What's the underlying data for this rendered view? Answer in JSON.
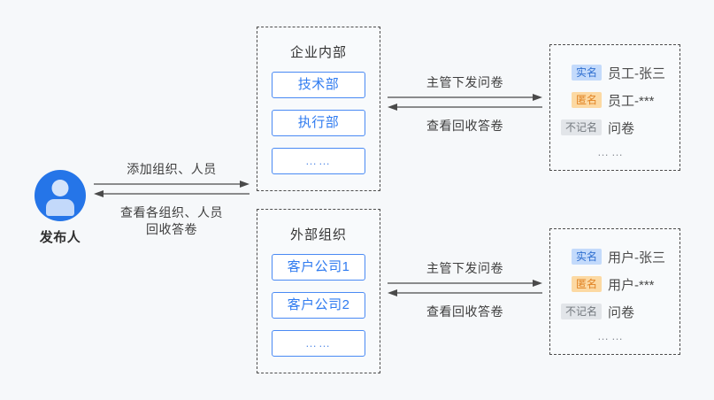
{
  "publisher": {
    "label": "发布人",
    "avatar_icon": "user-avatar-icon",
    "accent": "#2575e8"
  },
  "left_arrows": {
    "top_label": "添加组织、人员",
    "bottom_label_line1": "查看各组织、人员",
    "bottom_label_line2": "回收答卷"
  },
  "groups": [
    {
      "title": "企业内部",
      "chips": [
        "技术部",
        "执行部",
        "……"
      ]
    },
    {
      "title": "外部组织",
      "chips": [
        "客户公司1",
        "客户公司2",
        "……"
      ]
    }
  ],
  "mid_arrows": [
    {
      "top_label": "主管下发问卷",
      "bottom_label": "查看回收答卷"
    },
    {
      "top_label": "主管下发问卷",
      "bottom_label": "查看回收答卷"
    }
  ],
  "respondents": [
    {
      "rows": [
        {
          "badge": "实名",
          "badge_type": "real",
          "name": "员工-张三"
        },
        {
          "badge": "匿名",
          "badge_type": "anon",
          "name": "员工-***"
        },
        {
          "badge": "不记名",
          "badge_type": "unreg",
          "name": "问卷"
        }
      ],
      "more": "……"
    },
    {
      "rows": [
        {
          "badge": "实名",
          "badge_type": "real",
          "name": "用户-张三"
        },
        {
          "badge": "匿名",
          "badge_type": "anon",
          "name": "用户-***"
        },
        {
          "badge": "不记名",
          "badge_type": "unreg",
          "name": "问卷"
        }
      ],
      "more": "……"
    }
  ],
  "colors": {
    "background": "#f6f8fa",
    "chip_border": "#4a8af4",
    "chip_text": "#2f7bf0",
    "dashed_border": "#4c4c4c",
    "badge_real_bg": "#c3dafb",
    "badge_anon_bg": "#fcd9a3",
    "badge_unreg_bg": "#e2e5e9"
  }
}
